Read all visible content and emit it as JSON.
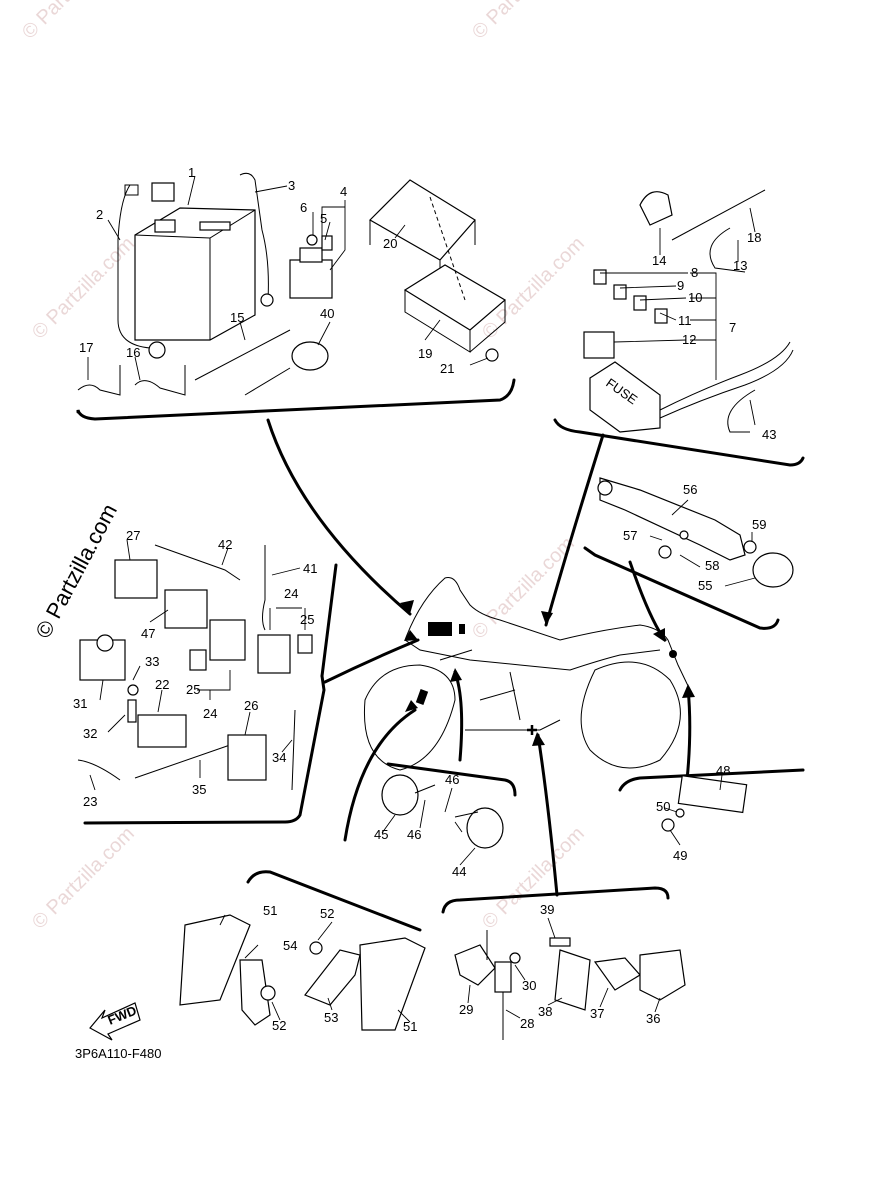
{
  "diagram_code": "3P6A110-F480",
  "watermark": "© Partzilla.com",
  "fwd_label": "FWD",
  "fuse_label": "FUSE",
  "callouts": [
    {
      "id": "c1",
      "text": "1"
    },
    {
      "id": "c2",
      "text": "2"
    },
    {
      "id": "c3",
      "text": "3"
    },
    {
      "id": "c4",
      "text": "4"
    },
    {
      "id": "c5",
      "text": "5"
    },
    {
      "id": "c6",
      "text": "6"
    },
    {
      "id": "c7",
      "text": "7"
    },
    {
      "id": "c8",
      "text": "8"
    },
    {
      "id": "c9",
      "text": "9"
    },
    {
      "id": "c10",
      "text": "10"
    },
    {
      "id": "c11",
      "text": "11"
    },
    {
      "id": "c12",
      "text": "12"
    },
    {
      "id": "c13",
      "text": "13"
    },
    {
      "id": "c14",
      "text": "14"
    },
    {
      "id": "c15",
      "text": "15"
    },
    {
      "id": "c16",
      "text": "16"
    },
    {
      "id": "c17",
      "text": "17"
    },
    {
      "id": "c18",
      "text": "18"
    },
    {
      "id": "c19",
      "text": "19"
    },
    {
      "id": "c20",
      "text": "20"
    },
    {
      "id": "c21",
      "text": "21"
    },
    {
      "id": "c22",
      "text": "22"
    },
    {
      "id": "c23",
      "text": "23"
    },
    {
      "id": "c24a",
      "text": "24"
    },
    {
      "id": "c24b",
      "text": "24"
    },
    {
      "id": "c25a",
      "text": "25"
    },
    {
      "id": "c25b",
      "text": "25"
    },
    {
      "id": "c26",
      "text": "26"
    },
    {
      "id": "c27",
      "text": "27"
    },
    {
      "id": "c28",
      "text": "28"
    },
    {
      "id": "c29",
      "text": "29"
    },
    {
      "id": "c30",
      "text": "30"
    },
    {
      "id": "c31",
      "text": "31"
    },
    {
      "id": "c32",
      "text": "32"
    },
    {
      "id": "c33",
      "text": "33"
    },
    {
      "id": "c34",
      "text": "34"
    },
    {
      "id": "c35",
      "text": "35"
    },
    {
      "id": "c36",
      "text": "36"
    },
    {
      "id": "c37",
      "text": "37"
    },
    {
      "id": "c38",
      "text": "38"
    },
    {
      "id": "c39",
      "text": "39"
    },
    {
      "id": "c40",
      "text": "40"
    },
    {
      "id": "c41",
      "text": "41"
    },
    {
      "id": "c42",
      "text": "42"
    },
    {
      "id": "c43",
      "text": "43"
    },
    {
      "id": "c44",
      "text": "44"
    },
    {
      "id": "c45",
      "text": "45"
    },
    {
      "id": "c46a",
      "text": "46"
    },
    {
      "id": "c46b",
      "text": "46"
    },
    {
      "id": "c47",
      "text": "47"
    },
    {
      "id": "c48",
      "text": "48"
    },
    {
      "id": "c49",
      "text": "49"
    },
    {
      "id": "c50",
      "text": "50"
    },
    {
      "id": "c51a",
      "text": "51"
    },
    {
      "id": "c51b",
      "text": "51"
    },
    {
      "id": "c52a",
      "text": "52"
    },
    {
      "id": "c52b",
      "text": "52"
    },
    {
      "id": "c53",
      "text": "53"
    },
    {
      "id": "c54",
      "text": "54"
    },
    {
      "id": "c55",
      "text": "55"
    },
    {
      "id": "c56",
      "text": "56"
    },
    {
      "id": "c57",
      "text": "57"
    },
    {
      "id": "c58",
      "text": "58"
    },
    {
      "id": "c59",
      "text": "59"
    }
  ]
}
